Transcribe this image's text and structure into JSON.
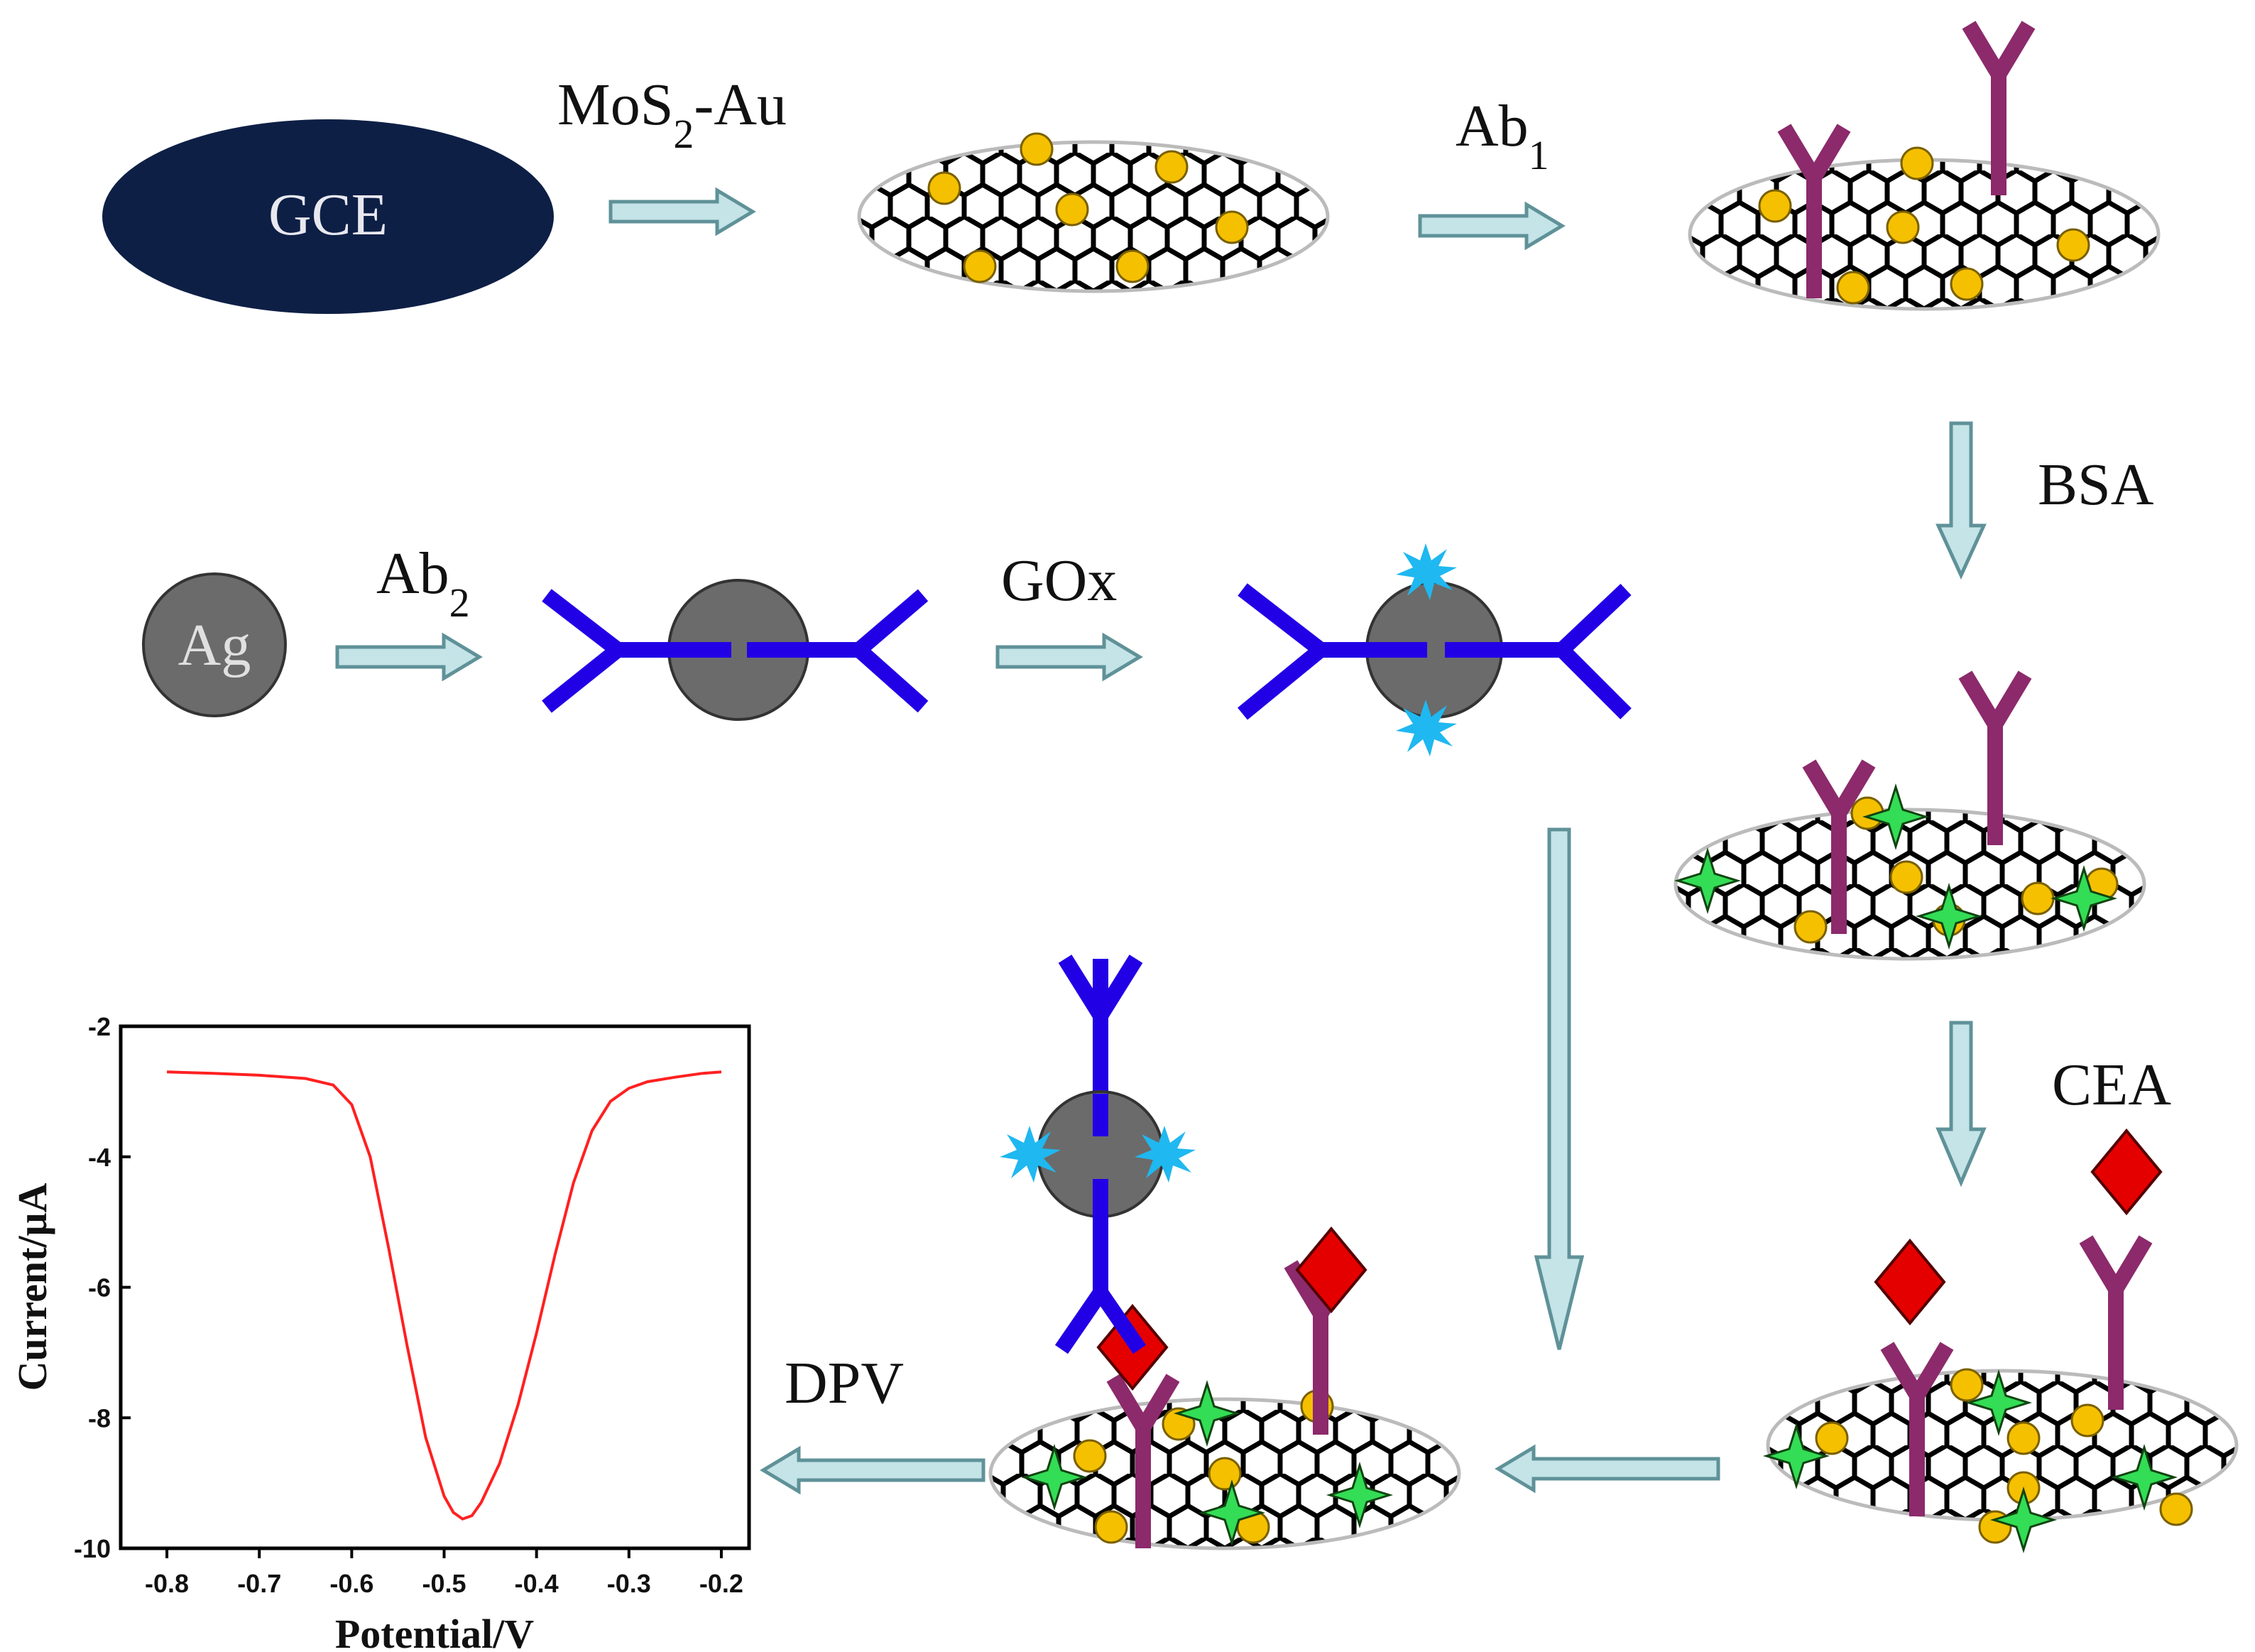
{
  "colors": {
    "gce": "#0d1f45",
    "arrow_fill": "#c5e4e8",
    "arrow_stroke": "#5f9298",
    "gold": "#f5c000",
    "ab1": "#8c2a6b",
    "ab2": "#2200e6",
    "ag": "#6b6b6b",
    "gox": "#1fb8f0",
    "bsa": "#33dd55",
    "cea": "#e50000",
    "curve": "#ff2020"
  },
  "labels": {
    "gce": "GCE",
    "mos2_au_pre": "MoS",
    "mos2_au_sub": "2",
    "mos2_au_post": "-Au",
    "ab1_pre": "Ab",
    "ab1_sub": "1",
    "bsa": "BSA",
    "cea": "CEA",
    "ag": "Ag",
    "ab2_pre": "Ab",
    "ab2_sub": "2",
    "gox": "GOx",
    "dpv": "DPV"
  },
  "chart_data": {
    "type": "line",
    "xlabel": "Potential/V",
    "ylabel": "Current/μA",
    "xlim": [
      -0.85,
      -0.17
    ],
    "ylim": [
      -10,
      -2
    ],
    "x_ticks": [
      -0.8,
      -0.7,
      -0.6,
      -0.5,
      -0.4,
      -0.3,
      -0.2
    ],
    "y_ticks": [
      -2,
      -4,
      -6,
      -8,
      -10
    ],
    "x_tick_labels": [
      "-0.8",
      "-0.7",
      "-0.6",
      "-0.5",
      "-0.4",
      "-0.3",
      "-0.2"
    ],
    "y_tick_labels": [
      "-2",
      "-4",
      "-6",
      "-8",
      "-10"
    ],
    "series": [
      {
        "x": [
          -0.8,
          -0.75,
          -0.7,
          -0.65,
          -0.62,
          -0.6,
          -0.58,
          -0.56,
          -0.54,
          -0.52,
          -0.5,
          -0.49,
          -0.48,
          -0.47,
          -0.46,
          -0.44,
          -0.42,
          -0.4,
          -0.38,
          -0.36,
          -0.34,
          -0.32,
          -0.3,
          -0.28,
          -0.25,
          -0.22,
          -0.2
        ],
        "y": [
          -2.7,
          -2.72,
          -2.75,
          -2.8,
          -2.9,
          -3.2,
          -4.0,
          -5.4,
          -6.9,
          -8.3,
          -9.2,
          -9.45,
          -9.55,
          -9.5,
          -9.3,
          -8.7,
          -7.8,
          -6.7,
          -5.5,
          -4.4,
          -3.6,
          -3.15,
          -2.95,
          -2.85,
          -2.78,
          -2.72,
          -2.7
        ]
      }
    ]
  }
}
